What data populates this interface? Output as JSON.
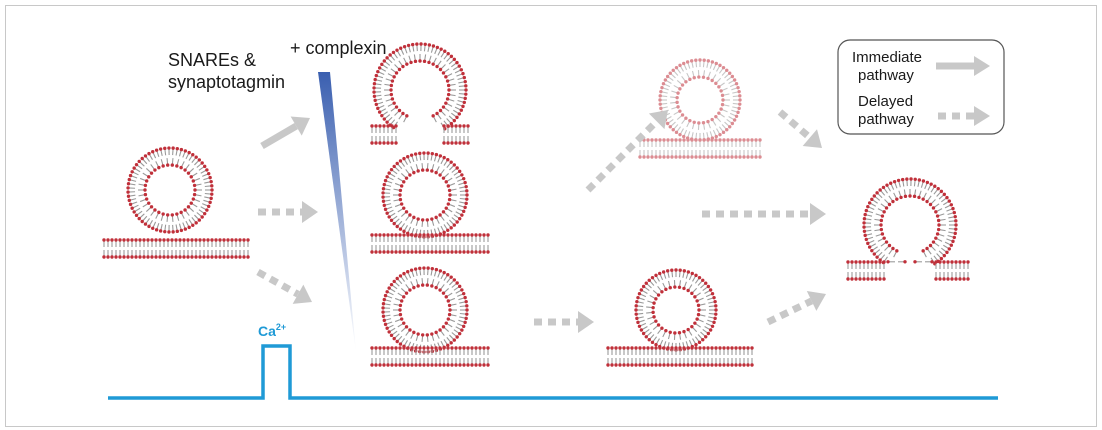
{
  "labels": {
    "snares_line1": "SNAREs &",
    "snares_line2": "synaptotagmin",
    "complexin": "+ complexin",
    "calcium": "Ca",
    "calcium_sup": "2+"
  },
  "legend": {
    "immediate_line1": "Immediate",
    "immediate_line2": "pathway",
    "delayed_line1": "Delayed",
    "delayed_line2": "pathway"
  },
  "colors": {
    "lipid_head": "#c0303a",
    "lipid_tail": "#9a9a9a",
    "arrow": "#c8c8c8",
    "calcium_trace": "#1f9ad6",
    "wedge_top": "#3a5fb0",
    "wedge_bottom": "#ffffff"
  }
}
